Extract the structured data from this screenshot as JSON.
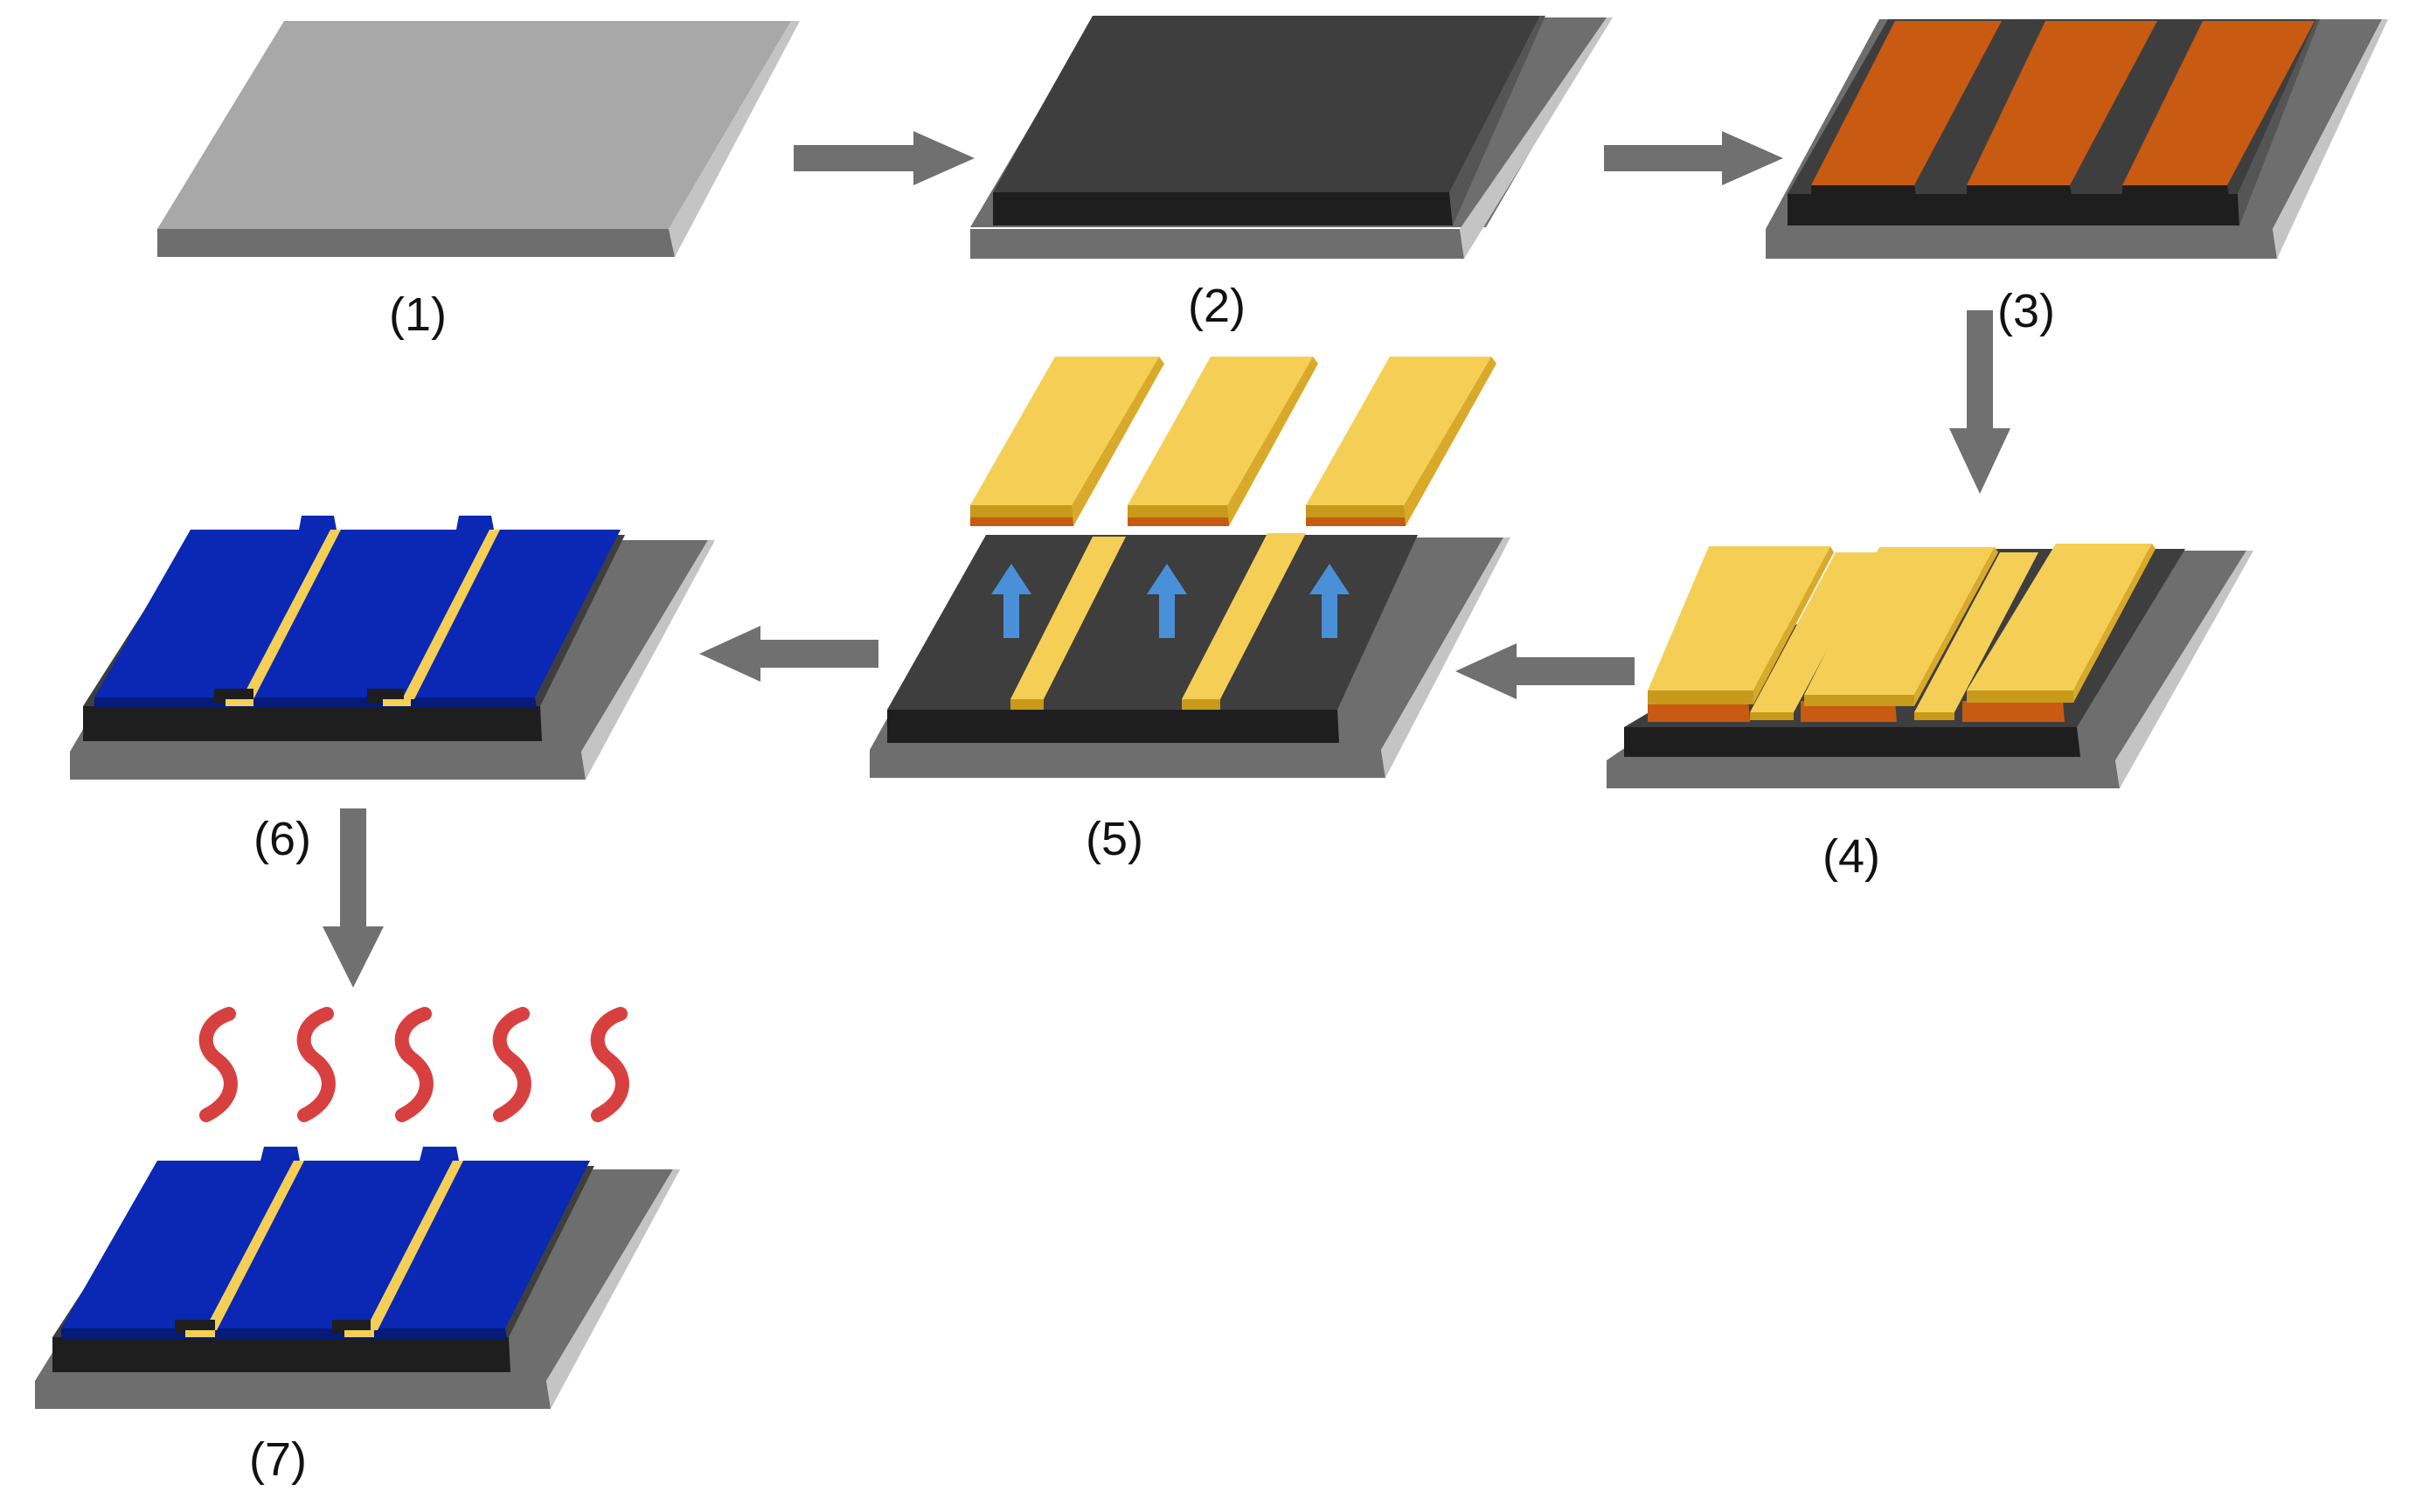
{
  "steps": [
    {
      "id": 1,
      "label": "(1)"
    },
    {
      "id": 2,
      "label": "(2)"
    },
    {
      "id": 3,
      "label": "(3)"
    },
    {
      "id": 4,
      "label": "(4)"
    },
    {
      "id": 5,
      "label": "(5)"
    },
    {
      "id": 6,
      "label": "(6)"
    },
    {
      "id": 7,
      "label": "(7)"
    }
  ],
  "colors": {
    "substrate_top": "#a8a8a8",
    "substrate_side": "#6e6e6e",
    "substrate_right": "#c4c4c4",
    "dark_layer_top": "#3e3e3e",
    "dark_layer_side": "#1e1e1e",
    "copper": "#c85a12",
    "gold_top": "#f5cf55",
    "gold_side": "#c89a1c",
    "blue_top": "#0a28b4",
    "blue_side": "#061a7a",
    "lift_arrow": "#4a90d9",
    "process_arrow": "#707070",
    "heat_wave": "#d84040"
  }
}
